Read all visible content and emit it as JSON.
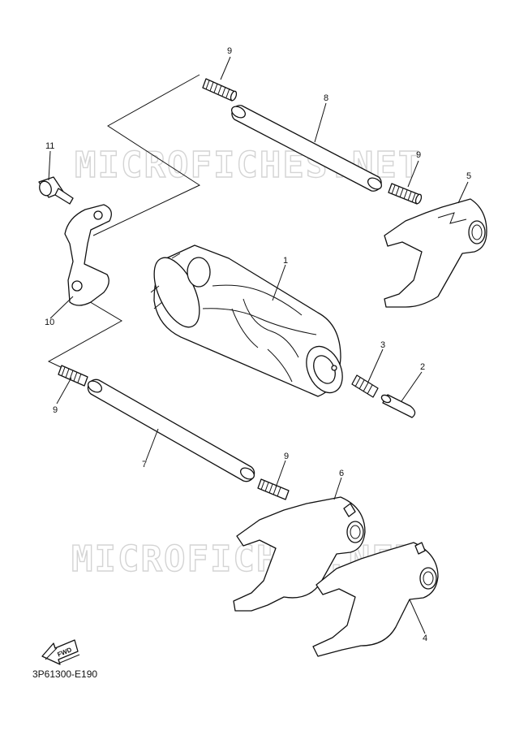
{
  "watermark": "MICROFICHES.NET",
  "callouts": {
    "c1": "1",
    "c2": "2",
    "c3": "3",
    "c4": "4",
    "c5": "5",
    "c6": "6",
    "c7": "7",
    "c8": "8",
    "c9a": "9",
    "c9b": "9",
    "c9c": "9",
    "c9d": "9",
    "c10": "10",
    "c11": "11"
  },
  "direction_label": "FWD",
  "diagram_code": "3P61300-E190"
}
